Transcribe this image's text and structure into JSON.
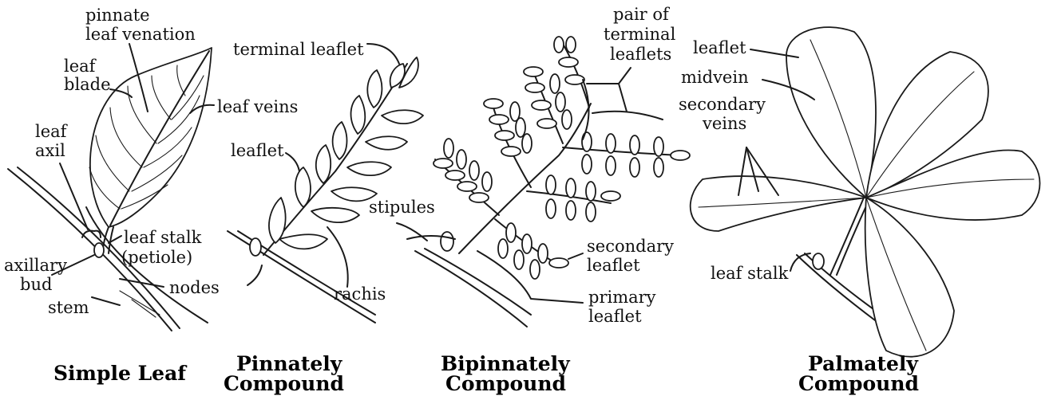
{
  "labels": {
    "pinnate_venation": [
      "pinnate",
      "leaf venation"
    ],
    "leaf_blade": [
      "leaf",
      "blade"
    ],
    "leaf_axil": [
      "leaf",
      "axil"
    ],
    "leaf_veins": "leaf veins",
    "leaf_stalk_petiole": [
      "leaf stalk",
      "(petiole)"
    ],
    "axillary_bud": [
      "axillary",
      "bud"
    ],
    "nodes": "nodes",
    "stem": "stem",
    "terminal_leaflet": "terminal leaflet",
    "leaflet_pinnate": "leaflet",
    "rachis": "rachis",
    "pair_terminal_leaflets": [
      "pair of",
      "terminal",
      "leaflets"
    ],
    "stipules": "stipules",
    "secondary_leaflet": [
      "secondary",
      "leaflet"
    ],
    "primary_leaflet": [
      "primary",
      "leaflet"
    ],
    "leaflet_palmate": "leaflet",
    "midvein": "midvein",
    "secondary_veins": [
      "secondary",
      "veins"
    ],
    "leaf_stalk_palmate": "leaf stalk"
  },
  "titles": {
    "simple": "Simple Leaf",
    "pinnate": [
      "Pinnately",
      "Compound"
    ],
    "bipinnate": [
      "Bipinnately",
      "Compound"
    ],
    "palmate": [
      "Palmately",
      "Compound"
    ]
  }
}
